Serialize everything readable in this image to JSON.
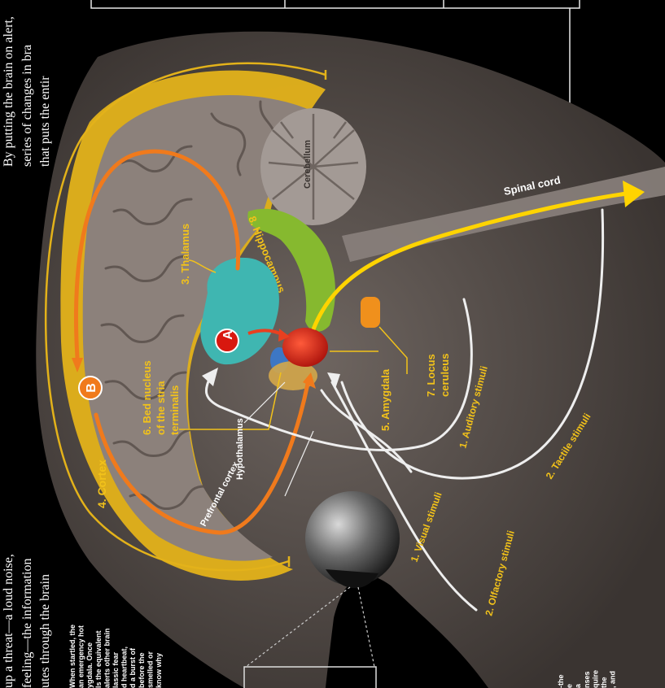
{
  "colors": {
    "background": "#000000",
    "head": "#5e5550",
    "cortex": "#e3b21a",
    "brain": "#8c817b",
    "thalamus": "#3fb6b1",
    "hippocampus": "#86b92f",
    "amygdala": "#d8180f",
    "pathway_orange": "#f07a1c",
    "pathway_yellow": "#ffd400",
    "stimuli_white": "#f0f0f0",
    "label_yellow": "#f2c21a"
  },
  "side_text": {
    "top_line1": "By putting the brain on alert,",
    "top_line2": "series of changes in bra",
    "top_line3": "that puts the entir",
    "left_line1": "up a threat—a loud noise,",
    "left_line2": "feeling—the information",
    "left_line3": "utes through the brain",
    "caption_col1": [
      "When startled, the",
      "an emergency hot",
      "ygdala. Once",
      "ls the equivalent",
      "alerts other brain",
      "lassic fear",
      "d heartbeat,",
      "d a burst of",
      "before the",
      "smelled or",
      "know why"
    ],
    "caption_col2": [
      "-the",
      "e",
      "a",
      "nses",
      "quire",
      "the",
      ", and"
    ]
  },
  "labels": {
    "cortex": "4. Cortex",
    "thalamus": "3. Thalamus",
    "hippocampus": "8. Hippocampus",
    "cerebellum": "Cerebellum",
    "spinal_cord": "Spinal cord",
    "bed_nucleus_line1": "6. Bed nucleus",
    "bed_nucleus_line2": "of the stria",
    "bed_nucleus_line3": "terminalis",
    "hypothalamus": "Hypothalamus",
    "prefrontal_cortex": "Prefrontal cortex",
    "amygdala": "5. Amygdala",
    "locus_line1": "7. Locus",
    "locus_line2": "ceruleus",
    "auditory": "1. Auditory stimuli",
    "tactile": "2. Tactile stimuli",
    "visual": "1. Visual stimuli",
    "olfactory": "2. Olfactory stimuli",
    "marker_a": "A",
    "marker_b": "B"
  }
}
